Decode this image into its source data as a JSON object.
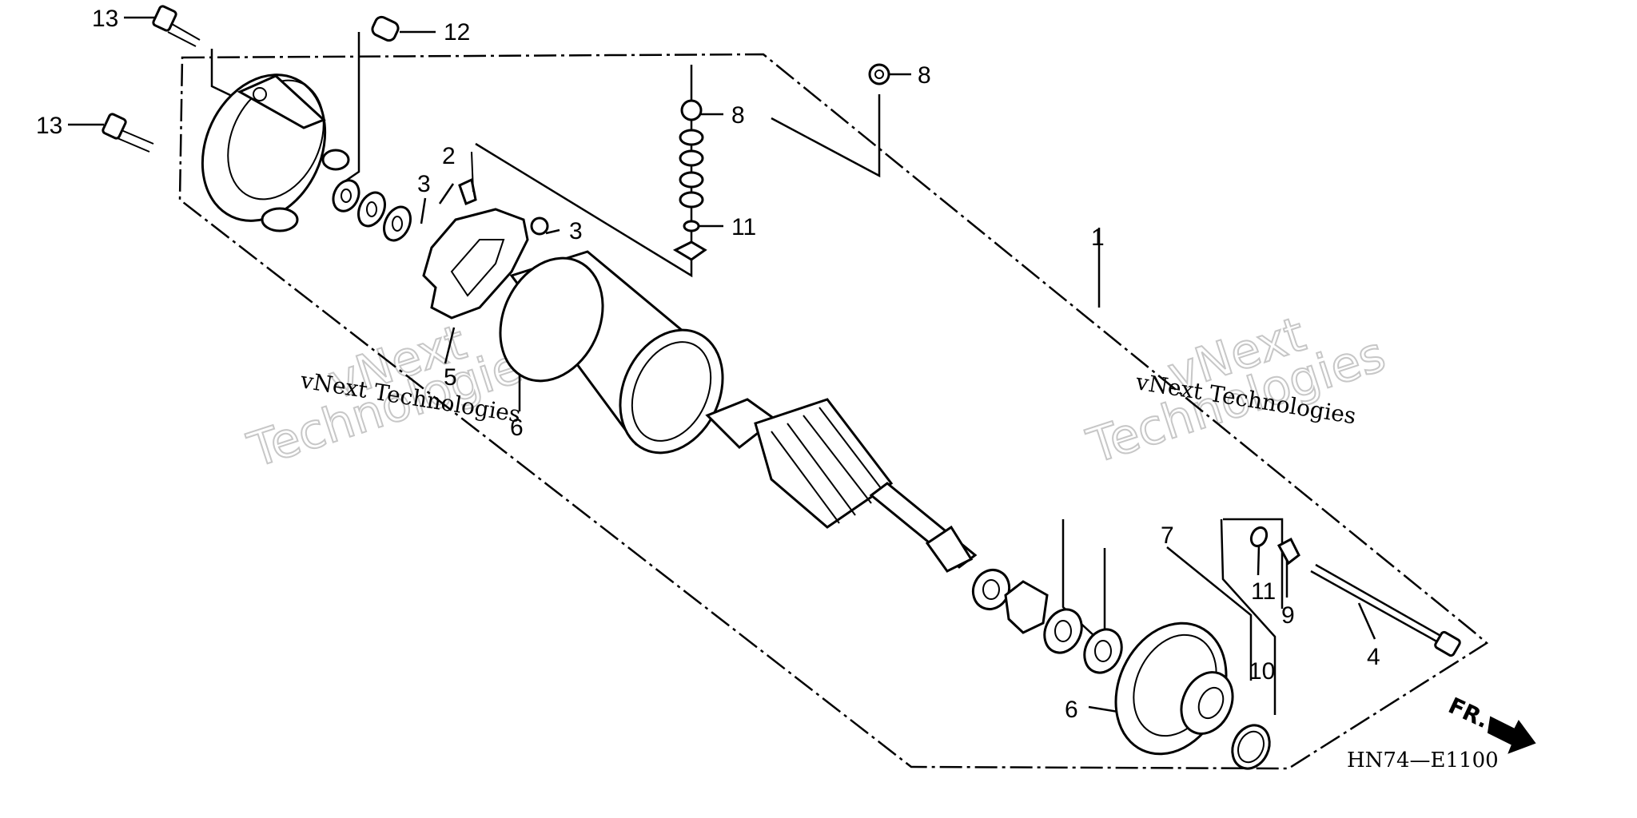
{
  "diagram": {
    "callouts": {
      "c1": "1",
      "c2": "2",
      "c3a": "3",
      "c3b": "3",
      "c4": "4",
      "c5": "5",
      "c6a": "6",
      "c6b": "6",
      "c7": "7",
      "c8a": "8",
      "c8b": "8",
      "c9": "9",
      "c10": "10",
      "c11a": "11",
      "c11b": "11",
      "c12": "12",
      "c13a": "13",
      "c13b": "13"
    },
    "watermark": {
      "left_small": "vNext Technologies",
      "left_big_1": "vNext",
      "left_big_2": "Technologies",
      "right_small": "vNext Technologies",
      "right_big_1": "vNext",
      "right_big_2": "Technologies"
    },
    "diagram_code": "HN74—E1100",
    "direction_label": "FR."
  }
}
